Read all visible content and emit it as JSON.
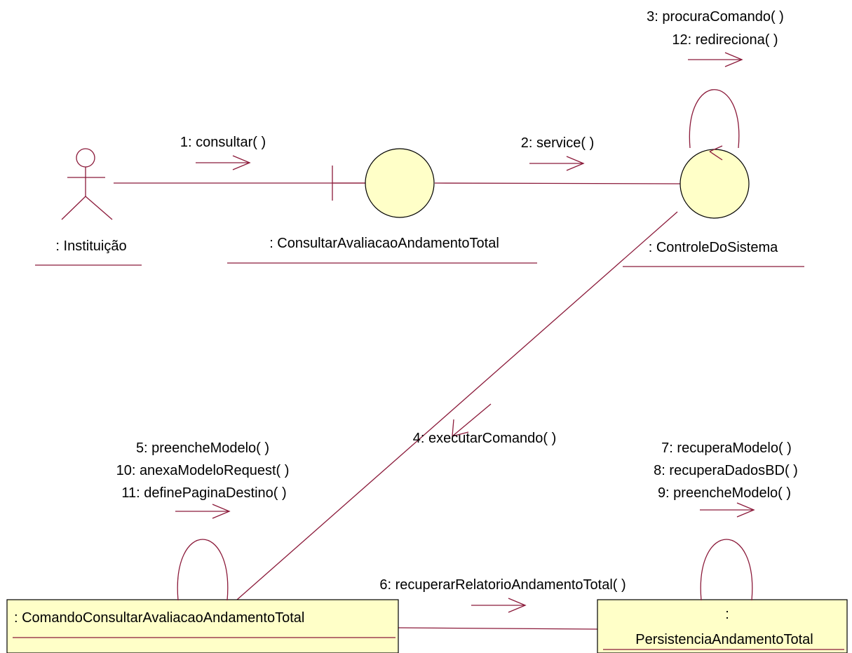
{
  "colors": {
    "line": "#8b1a3a",
    "object_fill": "#ffffc8",
    "object_stroke": "#000000",
    "background": "#ffffff"
  },
  "objects": {
    "actor": {
      "label": ": Instituição",
      "icon": "actor-stick-figure-icon"
    },
    "boundary": {
      "label": ": ConsultarAvaliacaoAndamentoTotal",
      "icon": "boundary-icon"
    },
    "control": {
      "label": ": ControleDoSistema",
      "icon": "control-icon"
    },
    "command": {
      "label": ": ComandoConsultarAvaliacaoAndamentoTotal"
    },
    "persistence": {
      "label_line1": ":",
      "label_line2": "PersistenciaAndamentoTotal"
    }
  },
  "messages": {
    "m1": "1: consultar( )",
    "m2": "2: service(  )",
    "control_self": [
      "3: procuraComando( )",
      "12: redireciona( )"
    ],
    "m4": "4: executarComando(  )",
    "command_self": [
      "5: preencheModelo( )",
      "10: anexaModeloRequest( )",
      "11: definePaginaDestino( )"
    ],
    "m6": "6: recuperarRelatorioAndamentoTotal( )",
    "persistence_self": [
      "7: recuperaModelo( )",
      "8: recuperaDadosBD( )",
      "9: preencheModelo( )"
    ]
  }
}
